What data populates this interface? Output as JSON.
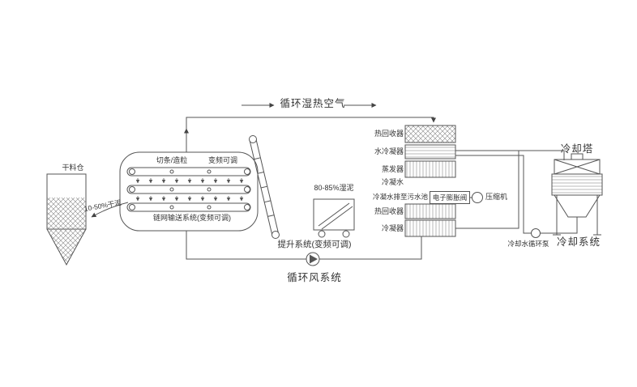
{
  "colors": {
    "background": "#ffffff",
    "line": "#555555",
    "text": "#333333"
  },
  "diagram": {
    "top_flow_label": "循环湿热空气",
    "bottom_flow_label": "循环风系统",
    "feed": {
      "silo_label": "干料仓",
      "dry_mud_label": "10-50%干泥"
    },
    "dryer": {
      "cutting_label": "切条/造粒",
      "vfd_label": "变频可调",
      "conveyor_label": "链网输送系统(变频可调)"
    },
    "lift": {
      "wet_mud_label": "80-85%湿泥",
      "system_label": "提升系统(变频可调)"
    },
    "heat_pump": {
      "heat_recovery_top": "热回收器",
      "water_condenser": "水冷凝器",
      "evaporator": "蒸发器",
      "condensate": "冷凝水",
      "condensate_drain": "冷凝水排至污水池",
      "expansion_valve": "电子膨胀阀",
      "compressor": "压缩机",
      "heat_recovery_bottom": "热回收器",
      "condenser": "冷凝器"
    },
    "cooling": {
      "tower_label": "冷却塔",
      "pump_label": "冷却水循环泵",
      "system_label": "冷却系统"
    }
  }
}
